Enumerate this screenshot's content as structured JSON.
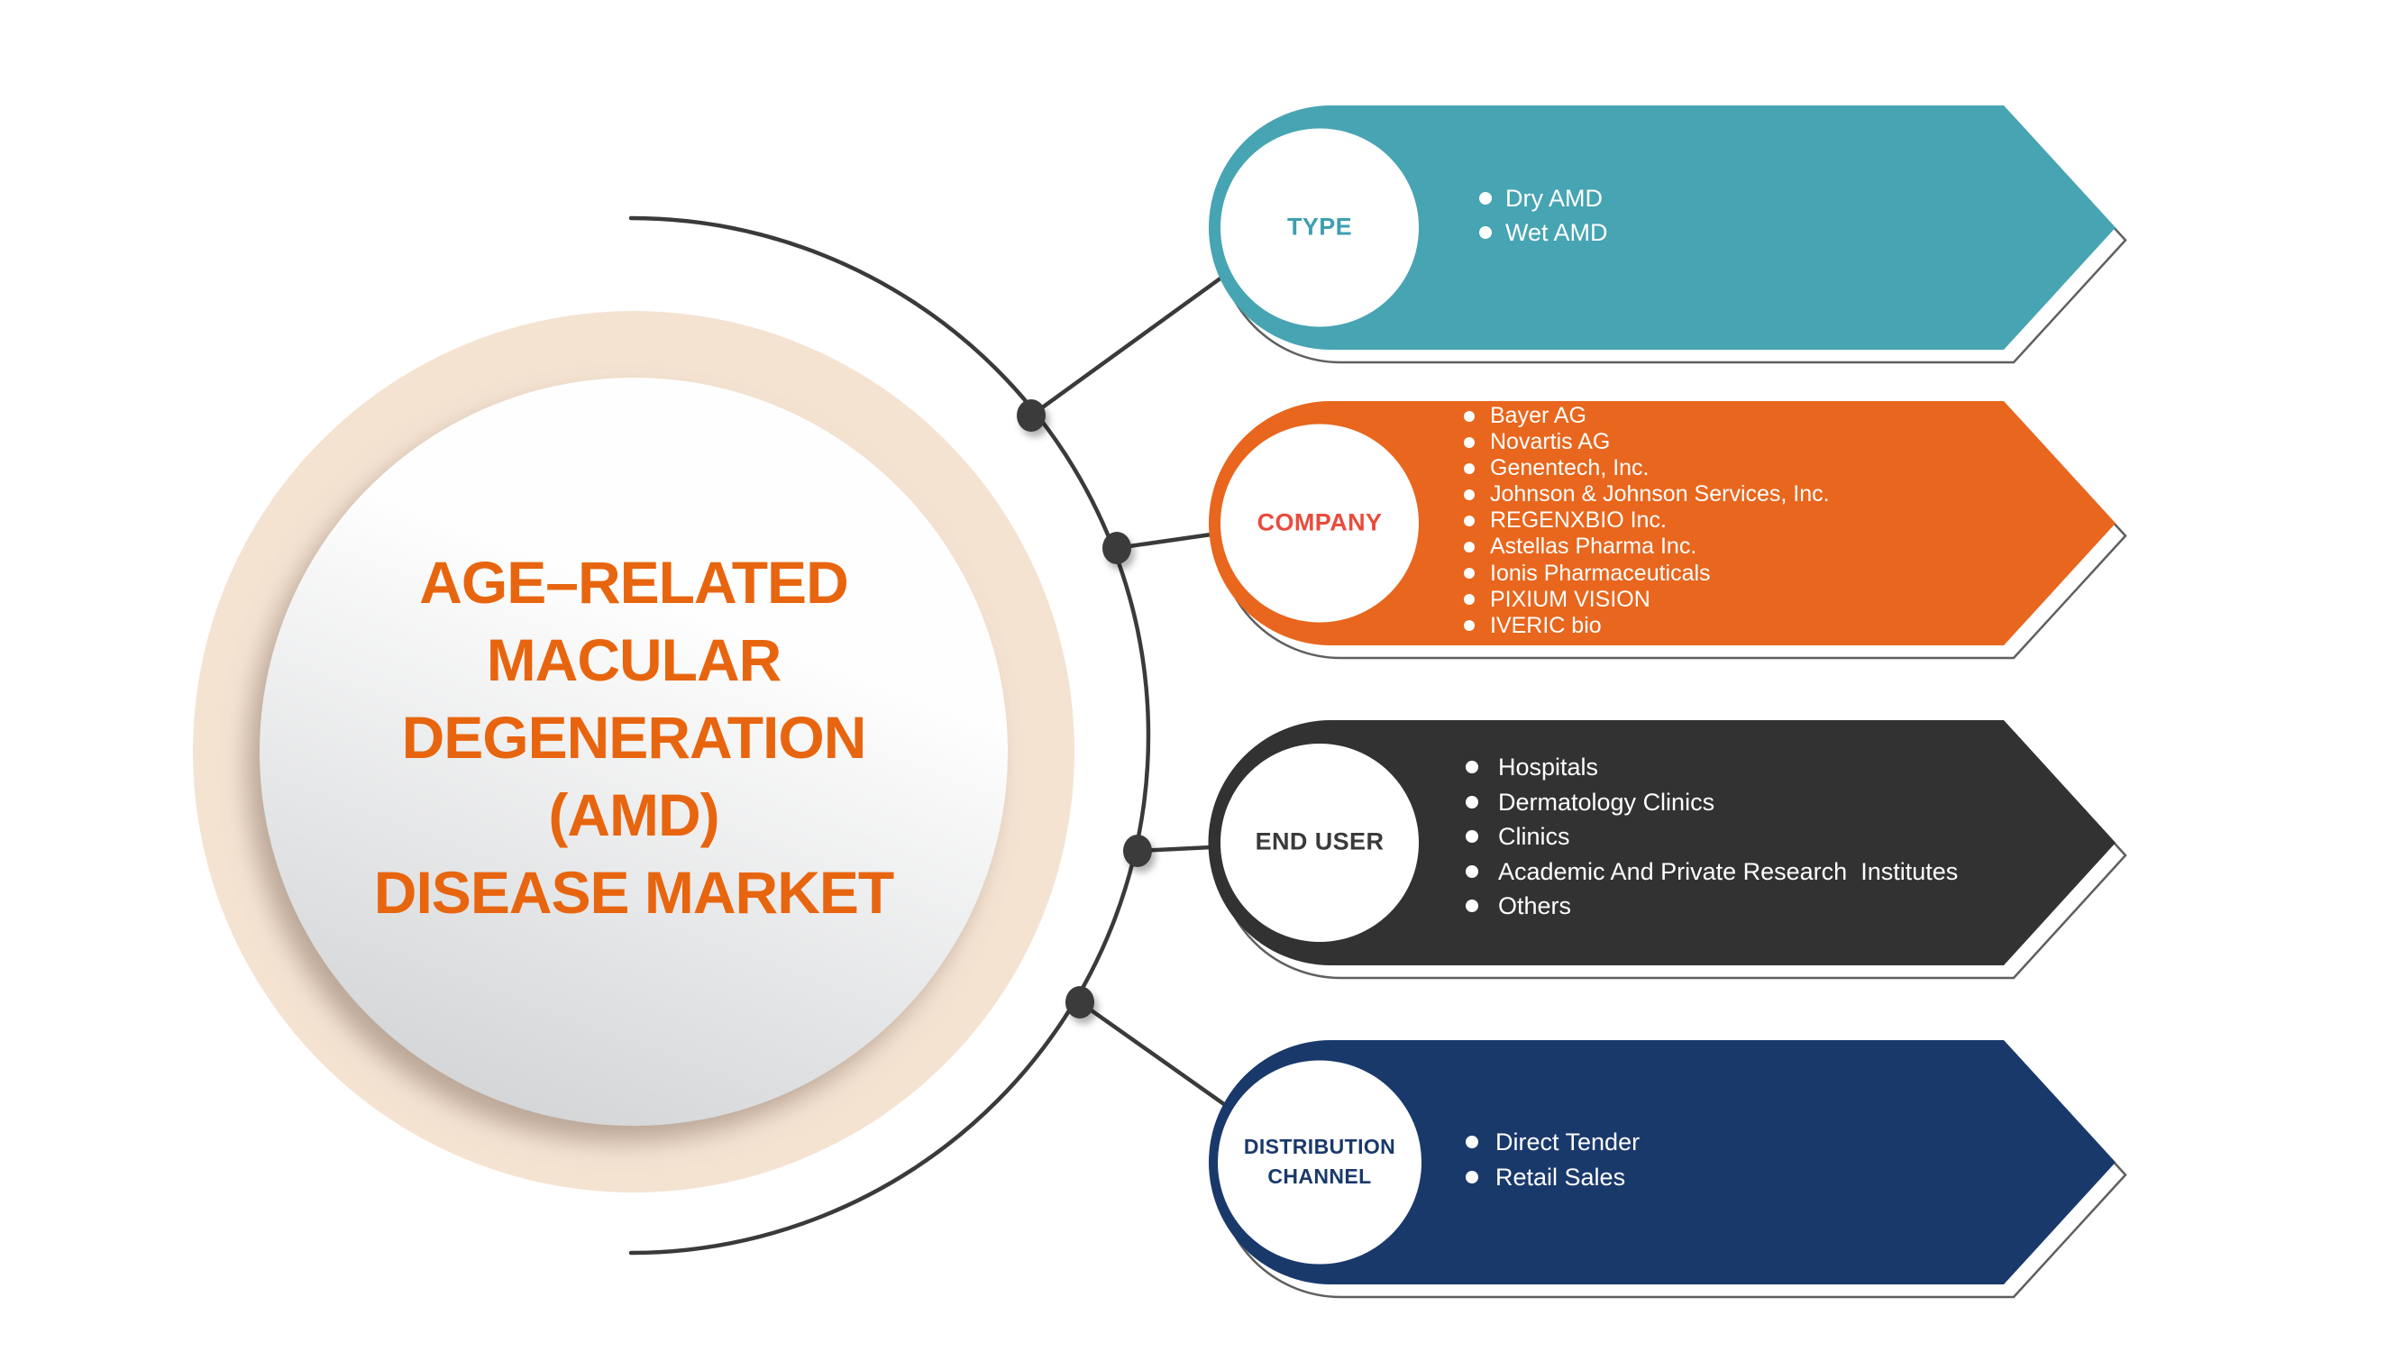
{
  "title": {
    "lines": [
      "AGE–RELATED",
      "MACULAR",
      "DEGENERATION",
      "(AMD)",
      "DISEASE MARKET"
    ],
    "color": "#E8650F"
  },
  "colors": {
    "background": "#FFFFFF",
    "ring": "#F5E3D2",
    "connector": "#3A3A3A",
    "outline": "#5F5F5F",
    "bullet": "#FFFFFF",
    "item_text": "#FFFFFF"
  },
  "sections": [
    {
      "label": "TYPE",
      "banner_color": "#47A4B3",
      "label_color": "#3E9FAF",
      "items": [
        "Dry AMD",
        "Wet AMD"
      ]
    },
    {
      "label": "COMPANY",
      "banner_color": "#E8661D",
      "label_color": "#E84B3C",
      "items": [
        "Bayer AG",
        "Novartis AG",
        "Genentech, Inc.",
        "Johnson & Johnson Services, Inc.",
        "REGENXBIO Inc.",
        "Astellas Pharma Inc.",
        "Ionis Pharmaceuticals",
        "PIXIUM VISION",
        "IVERIC bio"
      ]
    },
    {
      "label": "END USER",
      "banner_color": "#333233",
      "label_color": "#3A3A3A",
      "items": [
        "Hospitals",
        "Dermatology Clinics",
        "Clinics",
        "Academic And Private Research  Institutes",
        "Others"
      ]
    },
    {
      "label": "DISTRIBUTION CHANNEL",
      "banner_color": "#1A396B",
      "label_color": "#1A396B",
      "items": [
        "Direct Tender",
        "Retail Sales"
      ]
    }
  ]
}
